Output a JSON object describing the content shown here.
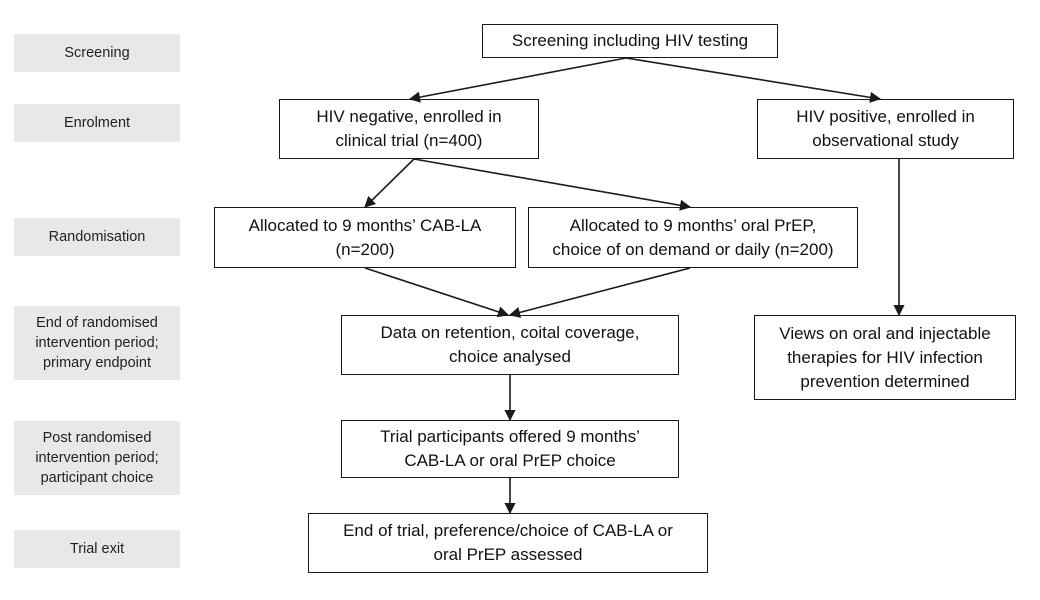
{
  "stages": [
    "Screening",
    "Enrolment",
    "Randomisation",
    "End of randomised\nintervention period;\nprimary endpoint",
    "Post randomised\nintervention period;\nparticipant choice",
    "Trial exit"
  ],
  "boxes": {
    "screening": "Screening including HIV testing",
    "hiv_negative": "HIV negative, enrolled in\nclinical trial (n=400)",
    "hiv_positive": "HIV positive, enrolled in\nobservational study",
    "cab_la": "Allocated to 9 months’ CAB-LA\n(n=200)",
    "oral_prep": "Allocated to 9 months’ oral PrEP,\nchoice of on demand or daily (n=200)",
    "data_analysed": "Data on retention, coital coverage,\nchoice analysed",
    "views": "Views on oral and injectable\ntherapies for HIV infection\nprevention determined",
    "offered": "Trial participants offered 9 months’\nCAB-LA or oral PrEP choice",
    "trial_end": "End of trial, preference/choice of CAB-LA or\noral PrEP assessed"
  },
  "colors": {
    "stage_bg": "#e8e8e8",
    "box_border": "#1a1a1a",
    "arrow": "#1a1a1a"
  }
}
